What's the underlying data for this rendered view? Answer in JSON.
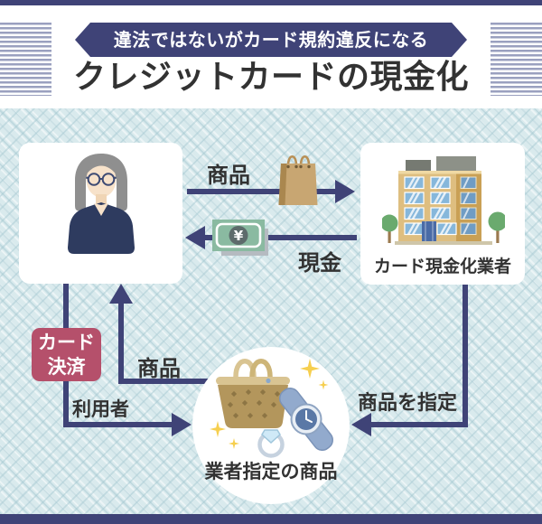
{
  "header": {
    "tagline": "違法ではないがカード規約違反になる",
    "title": "クレジットカードの現金化"
  },
  "nodes": {
    "user": {
      "label": "利用者"
    },
    "vendor": {
      "label": "カード現金化業者"
    },
    "goods_circle": {
      "label": "業者指定の商品"
    }
  },
  "flows": {
    "goods_to_vendor": {
      "label": "商品"
    },
    "cash_to_user": {
      "label": "現金"
    },
    "card_payment": {
      "label": "カード決済"
    },
    "goods_to_user": {
      "label": "商品"
    },
    "designate_goods": {
      "label": "商品を指定"
    }
  },
  "icons": {
    "yen_symbol": "¥",
    "person": "person-icon",
    "building": "building-icon",
    "shopping_bag": "shopping-bag-icon",
    "yen_banknote": "yen-banknote-icon",
    "handbag": "handbag-icon",
    "watch": "watch-icon",
    "ring": "ring-icon",
    "sparkle": "sparkle-icon"
  },
  "colors": {
    "navy": "#3f4377",
    "badge_red": "#b5506b",
    "background_blue": "#d9eaed",
    "stripe": "#9aa0bf",
    "title_text": "#323232"
  }
}
